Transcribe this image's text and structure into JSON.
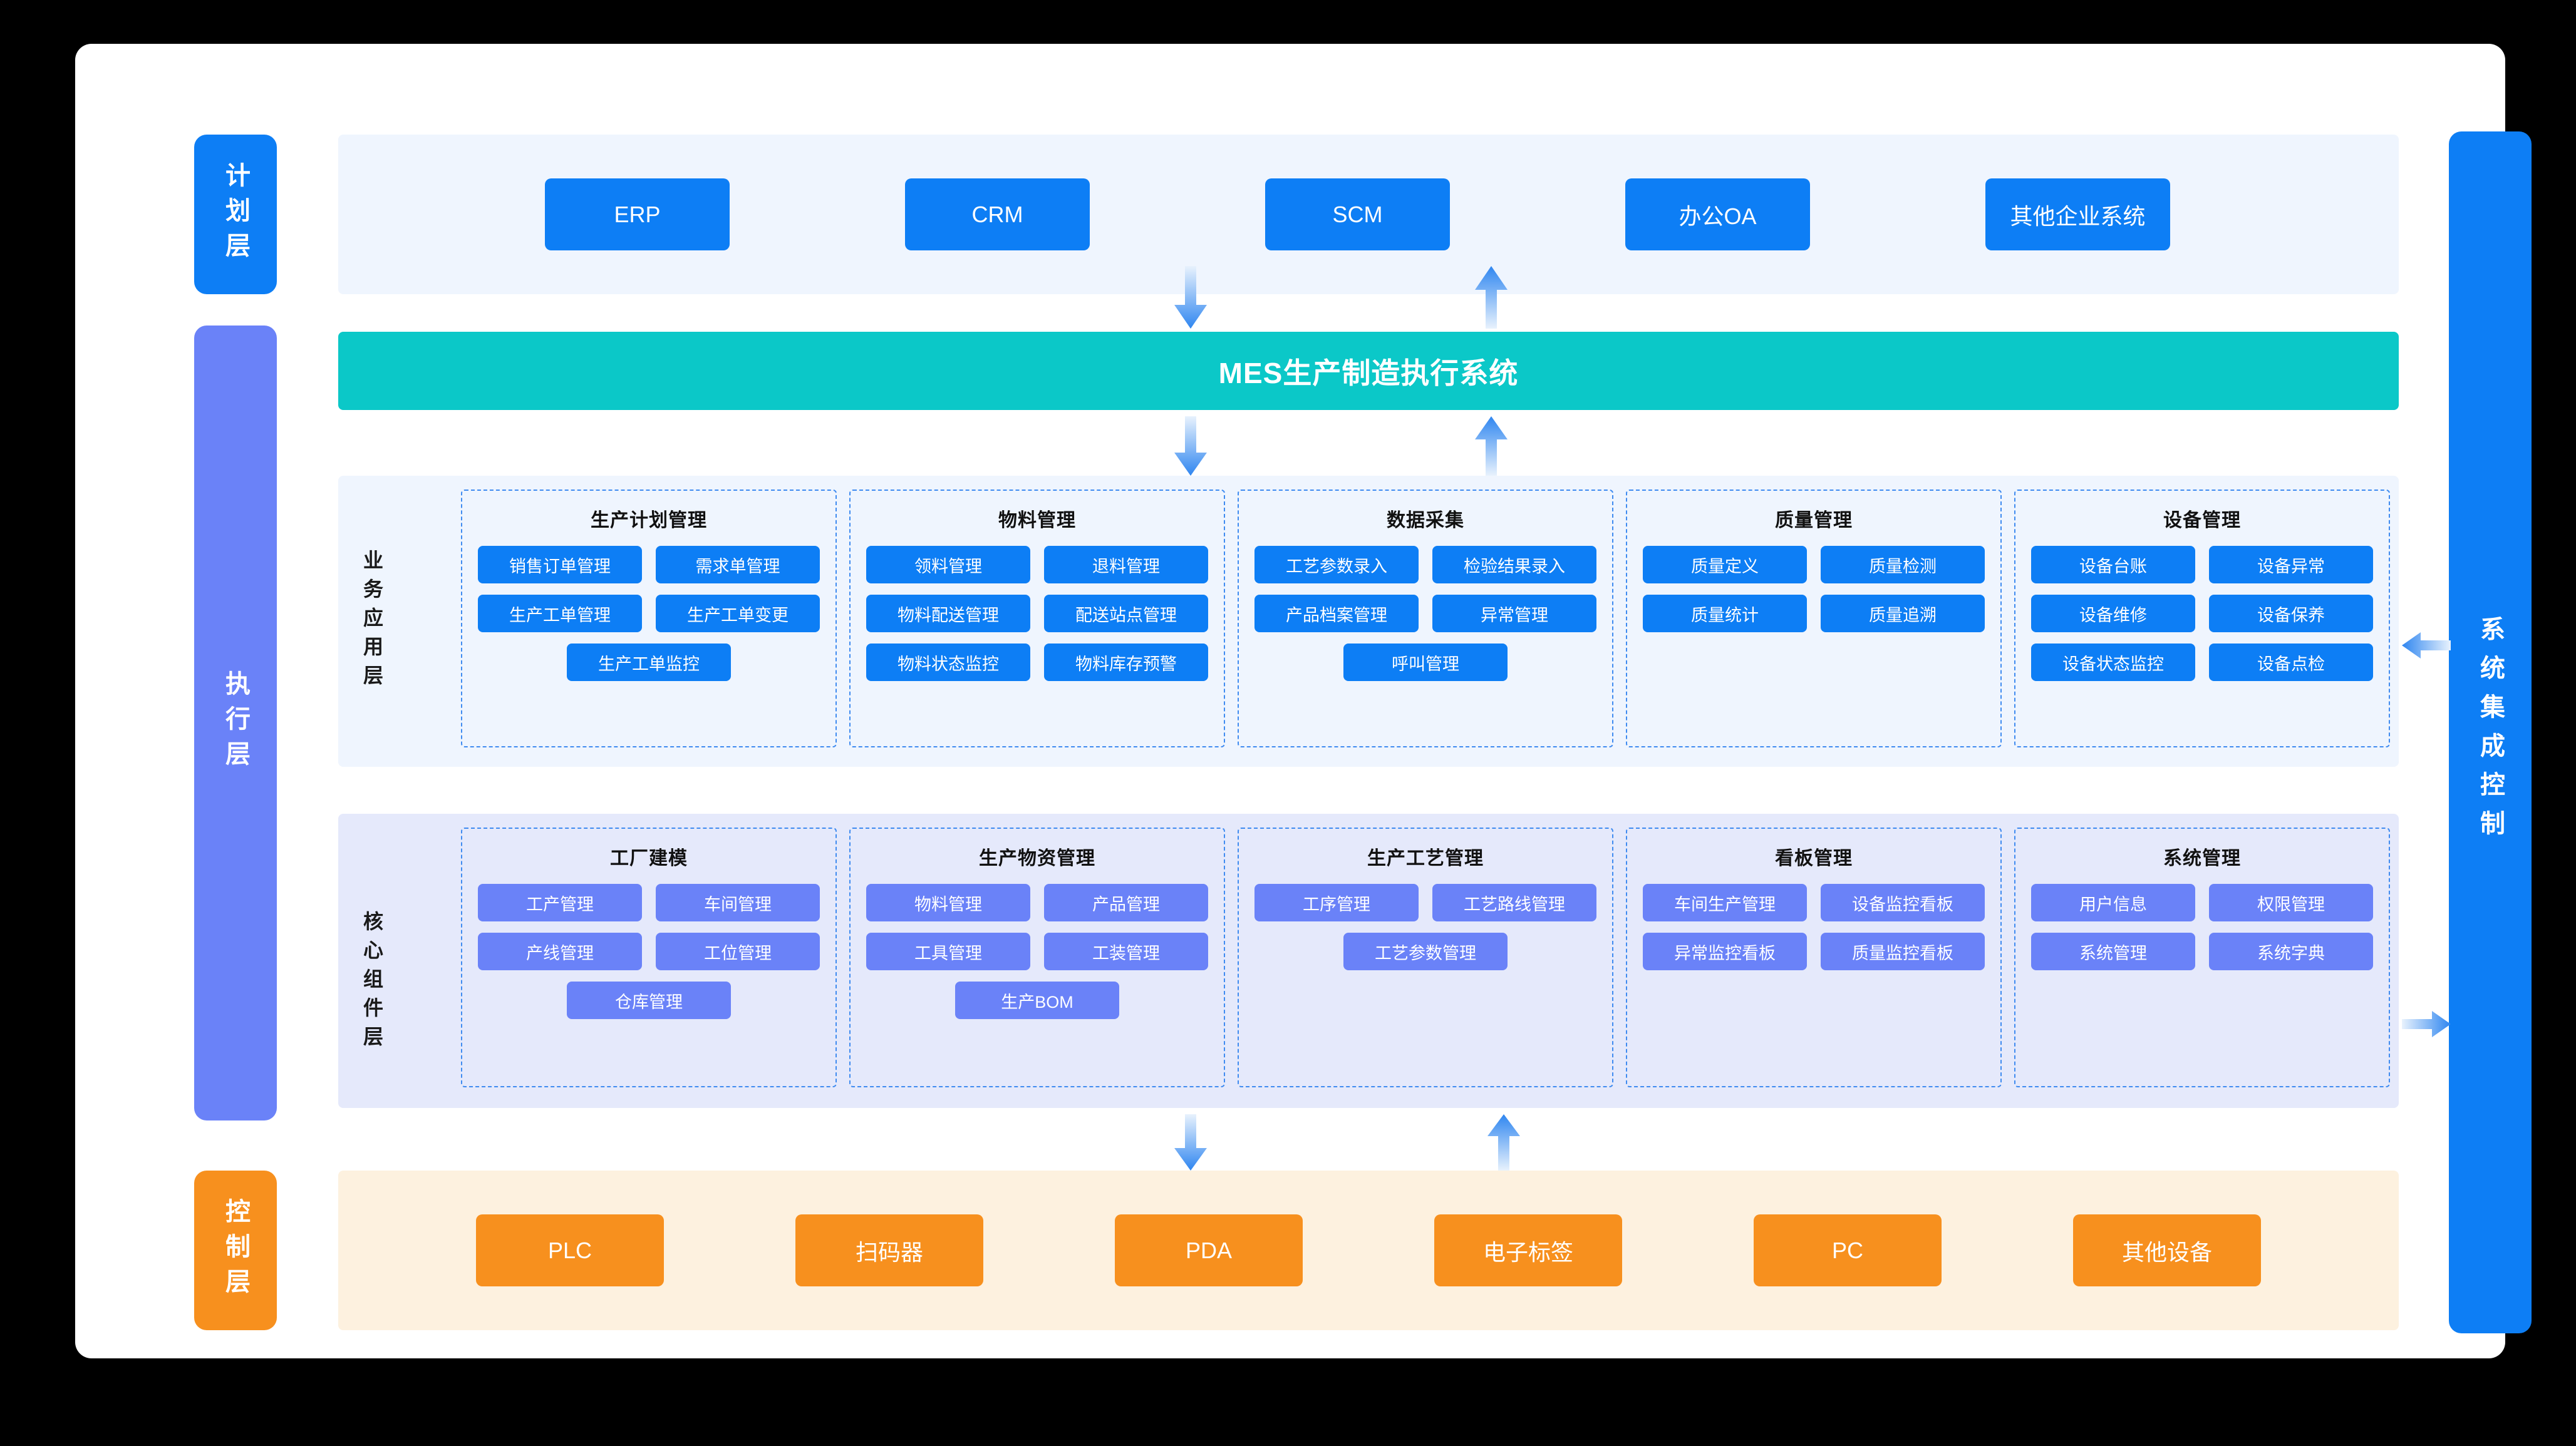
{
  "layers": {
    "plan": "计划层",
    "execution": "执行层",
    "control": "控制层",
    "integration": "系统集成控制"
  },
  "mes": {
    "title": "MES生产制造执行系统"
  },
  "plan_layer": {
    "systems": [
      {
        "label": "ERP"
      },
      {
        "label": "CRM"
      },
      {
        "label": "SCM"
      },
      {
        "label": "办公OA"
      },
      {
        "label": "其他企业系统"
      }
    ]
  },
  "business_layer": {
    "side_label": "业务应用层",
    "groups": [
      {
        "title": "生产计划管理",
        "items": [
          "销售订单管理",
          "需求单管理",
          "生产工单管理",
          "生产工单变更",
          "生产工单监控"
        ]
      },
      {
        "title": "物料管理",
        "items": [
          "领料管理",
          "退料管理",
          "物料配送管理",
          "配送站点管理",
          "物料状态监控",
          "物料库存预警"
        ]
      },
      {
        "title": "数据采集",
        "items": [
          "工艺参数录入",
          "检验结果录入",
          "产品档案管理",
          "异常管理",
          "呼叫管理"
        ]
      },
      {
        "title": "质量管理",
        "items": [
          "质量定义",
          "质量检测",
          "质量统计",
          "质量追溯"
        ]
      },
      {
        "title": "设备管理",
        "items": [
          "设备台账",
          "设备异常",
          "设备维修",
          "设备保养",
          "设备状态监控",
          "设备点检"
        ]
      }
    ]
  },
  "core_layer": {
    "side_label": "核心组件层",
    "groups": [
      {
        "title": "工厂建模",
        "items": [
          "工产管理",
          "车间管理",
          "产线管理",
          "工位管理",
          "仓库管理"
        ]
      },
      {
        "title": "生产物资管理",
        "items": [
          "物料管理",
          "产品管理",
          "工具管理",
          "工装管理",
          "生产BOM"
        ]
      },
      {
        "title": "生产工艺管理",
        "items": [
          "工序管理",
          "工艺路线管理",
          "工艺参数管理"
        ]
      },
      {
        "title": "看板管理",
        "items": [
          "车间生产管理",
          "设备监控看板",
          "异常监控看板",
          "质量监控看板"
        ]
      },
      {
        "title": "系统管理",
        "items": [
          "用户信息",
          "权限管理",
          "系统管理",
          "系统字典"
        ]
      }
    ]
  },
  "control_layer": {
    "devices": [
      {
        "label": "PLC"
      },
      {
        "label": "扫码器"
      },
      {
        "label": "PDA"
      },
      {
        "label": "电子标签"
      },
      {
        "label": "PC"
      },
      {
        "label": "其他设备"
      }
    ]
  },
  "colors": {
    "blue": "#0d7ef5",
    "purple": "#6a82f8",
    "teal": "#0bc8c8",
    "orange": "#f7901e",
    "panel_blue": "#eff5fe",
    "panel_purple": "#e5e9fb",
    "panel_orange": "#fdf1df"
  },
  "arrows": {
    "down_plan_to_mes": "arrow-down",
    "up_mes_to_plan": "arrow-up",
    "down_mes_to_biz": "arrow-down",
    "up_biz_to_mes": "arrow-up",
    "down_core_to_ctrl": "arrow-down",
    "up_ctrl_to_core": "arrow-up",
    "left_integration_to_biz": "arrow-left",
    "right_core_to_integration": "arrow-right"
  }
}
